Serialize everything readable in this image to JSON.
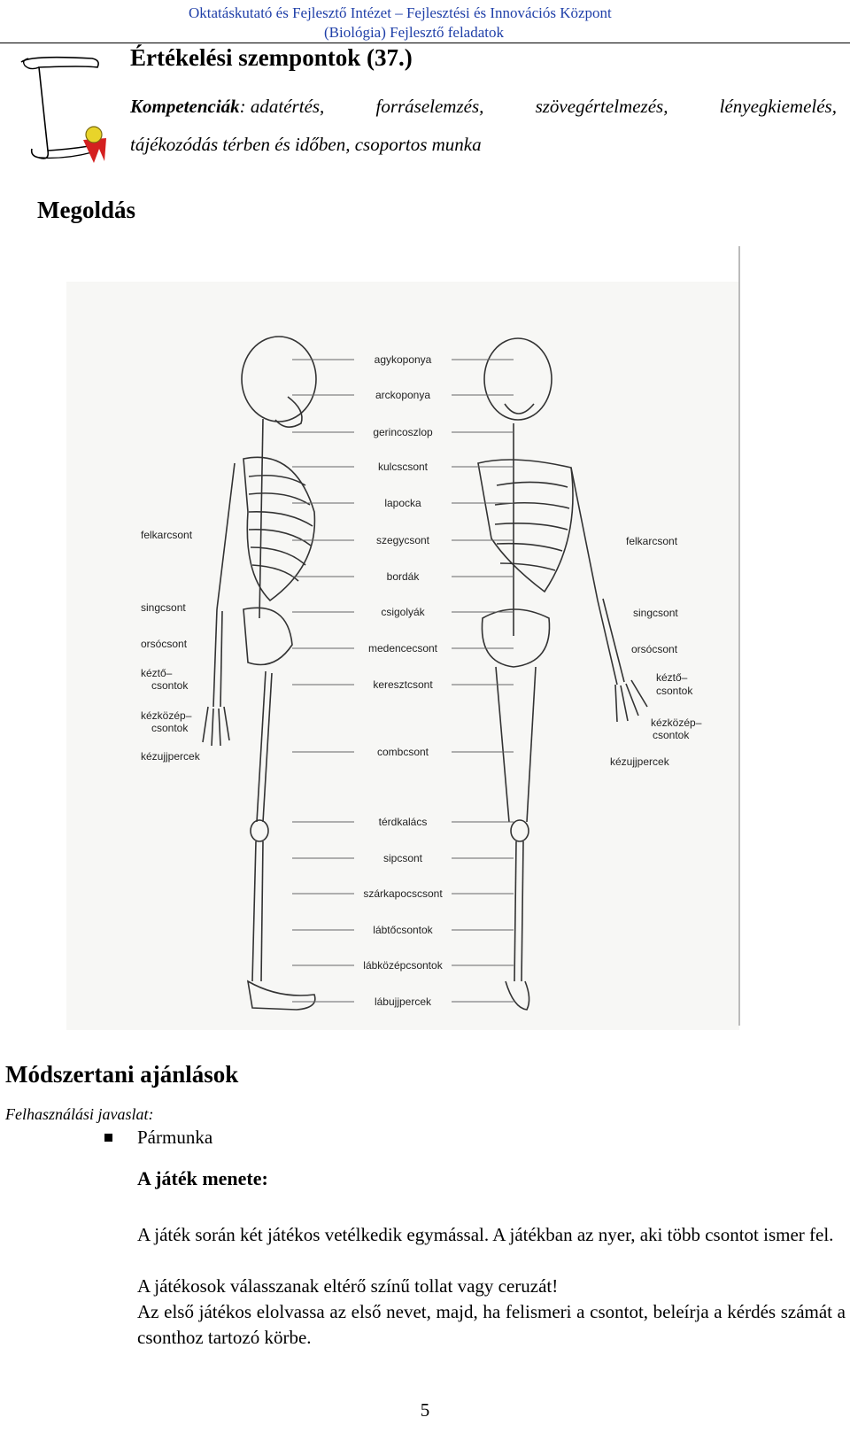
{
  "header": {
    "line1": "Oktatáskutató és Fejlesztő Intézet – Fejlesztési és Innovációs Központ",
    "line2": "(Biológia) Fejlesztő feladatok"
  },
  "title": "Értékelési szempontok (37.)",
  "competencies": {
    "label": "Kompetenciák",
    "sep": ":",
    "line1_words": [
      "adatértés,",
      "forráselemzés,",
      "szövegértelmezés,",
      "lényegkiemelés,"
    ],
    "line2": "tájékozódás térben és időben, csoportos munka"
  },
  "solution_heading": "Megoldás",
  "figure": {
    "center_labels": [
      "agykoponya",
      "arckoponya",
      "gerincoszlop",
      "kulcscsont",
      "lapocka",
      "szegycsont",
      "bordák",
      "csigolyák",
      "medencecsont",
      "keresztcsont",
      "combcsont",
      "térdkalács",
      "sipcsont",
      "szárkapocscsont",
      "lábtőcsontok",
      "lábközépcsontok",
      "lábujjpercek"
    ],
    "left_labels": [
      "felkarcsont",
      "singcsont",
      "orsócsont",
      "kéztő–",
      "csontok",
      "kézközép–",
      "csontok",
      "kézujjpercek"
    ],
    "right_labels": [
      "felkarcsont",
      "singcsont",
      "orsócsont",
      "kéztő–",
      "csontok",
      "kézközép–",
      "csontok",
      "kézujjpercek"
    ]
  },
  "methods_heading": "Módszertani ajánlások",
  "usage_label": "Felhasználási javaslat:",
  "bullet_item": "Pármunka",
  "game_heading": "A játék menete:",
  "paragraphs": [
    "A játék során két játékos vetélkedik egymással. A játékban az nyer, aki több csontot ismer fel.",
    "A játékosok válasszanak eltérő színű tollat vagy ceruzát!",
    "Az első játékos elolvassa az első nevet, majd, ha felismeri a csontot, beleírja a kérdés számát a csonthoz tartozó körbe."
  ],
  "page_number": "5"
}
